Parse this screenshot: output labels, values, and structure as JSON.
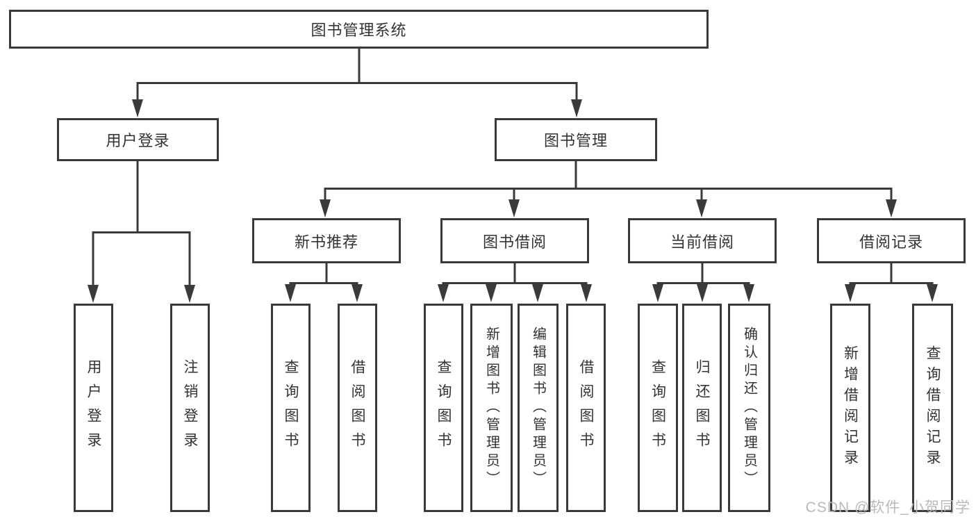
{
  "tree": {
    "root": {
      "label": "图书管理系统"
    },
    "branches": [
      {
        "label": "用户登录",
        "children": [
          {
            "label": "用户登录"
          },
          {
            "label": "注销登录"
          }
        ]
      },
      {
        "label": "图书管理",
        "children": [
          {
            "label": "新书推荐",
            "children": [
              {
                "label": "查询图书"
              },
              {
                "label": "借阅图书"
              }
            ]
          },
          {
            "label": "图书借阅",
            "children": [
              {
                "label": "查询图书"
              },
              {
                "label": "新增图书（管理员）"
              },
              {
                "label": "编辑图书（管理员）"
              },
              {
                "label": "借阅图书"
              }
            ]
          },
          {
            "label": "当前借阅",
            "children": [
              {
                "label": "查询图书"
              },
              {
                "label": "归还图书"
              },
              {
                "label": "确认归还（管理员）"
              }
            ]
          },
          {
            "label": "借阅记录",
            "children": [
              {
                "label": "新增借阅记录"
              },
              {
                "label": "查询借阅记录"
              }
            ]
          }
        ]
      }
    ]
  },
  "watermark": "CSDN @软件_小贺同学",
  "colors": {
    "line": "#3a3a3a",
    "text": "#333333",
    "watermark": "#b9b9b9",
    "background": "#ffffff"
  }
}
